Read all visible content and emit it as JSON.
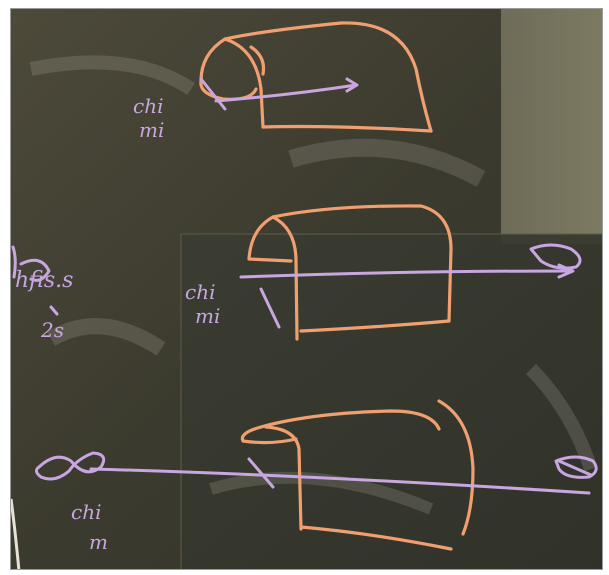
{
  "photo": {
    "subject": "chalkboard photo",
    "colors": {
      "board_dark": "#3a3a2c",
      "board_mid": "#4a4a38",
      "board_light": "#6b6a55",
      "chalk_orange": "#f0a070",
      "chalk_purple": "#c8a6e0"
    }
  },
  "panels": [
    {
      "label_line1": "chi",
      "label_line2": "mi"
    },
    {
      "label_line1": "chi",
      "label_line2": "mi",
      "side_line1": "hfis.s",
      "side_line2": "2s"
    },
    {
      "label_line1": "chi",
      "label_line2": "m"
    }
  ]
}
